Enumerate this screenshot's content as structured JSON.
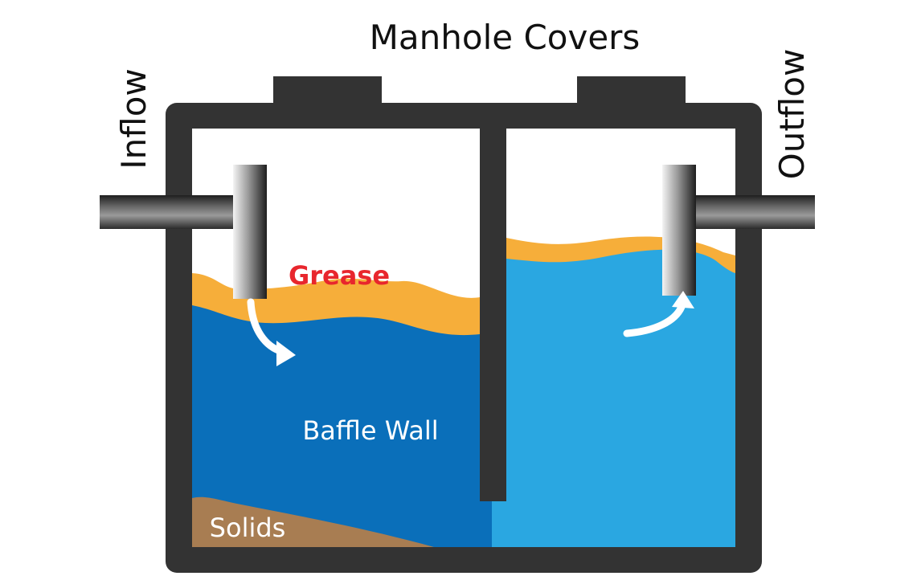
{
  "title": "Manhole Covers",
  "labels": {
    "inflow": "Inflow",
    "outflow": "Outflow",
    "grease": "Grease",
    "baffle_wall": "Baffle Wall",
    "solids": "Solids"
  },
  "colors": {
    "tank_wall": "#333333",
    "grease": "#f6ae3a",
    "water_inlet_chamber": "#0a6fba",
    "water_outlet_chamber": "#2aa7e1",
    "solids": "#a87d52",
    "grease_label": "#e8262d",
    "flow_arrow": "#ffffff",
    "text_dark": "#111111",
    "text_light": "#ffffff"
  }
}
